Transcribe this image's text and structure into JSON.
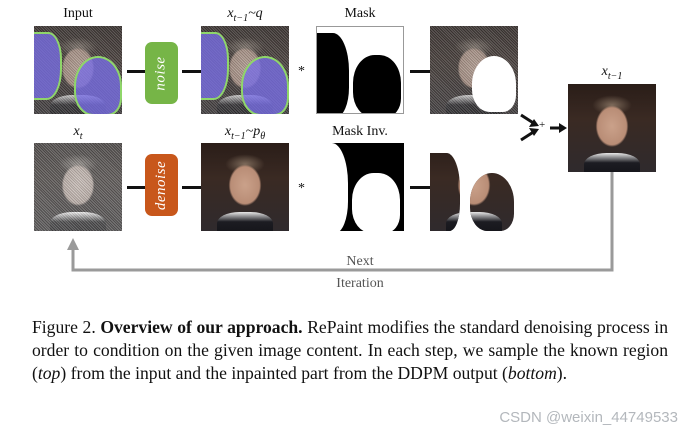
{
  "labels": {
    "input": "Input",
    "xt1_q": "x",
    "xt1_q_sub": "t−1",
    "xt1_q_rest": "~q",
    "mask": "Mask",
    "xt": "x",
    "xt_sub": "t",
    "xt1_p": "x",
    "xt1_p_sub": "t−1",
    "xt1_p_rest": "~p",
    "xt1_p_theta": "θ",
    "mask_inv": "Mask Inv.",
    "out": "x",
    "out_sub": "t−1",
    "plus": "+",
    "star": "*",
    "next": "Next",
    "iteration": "Iteration"
  },
  "blocks": {
    "noise": "noise",
    "denoise": "denoise"
  },
  "colors": {
    "noise": "#76b547",
    "denoise": "#c8571b",
    "mask_overlay": "#7a6ee6",
    "arrow_gray": "#9a9a9a"
  },
  "caption": {
    "figure": "Figure 2.",
    "bold": "Overview of our approach.",
    "text": "RePaint modifies the standard denoising process in order to condition on the given image content. In each step, we sample the known region (",
    "top": "top",
    "text2": ") from the input and the inpainted part from the DDPM output (",
    "bottom": "bottom",
    "text3": ")."
  },
  "watermark": "CSDN @weixin_44749533"
}
